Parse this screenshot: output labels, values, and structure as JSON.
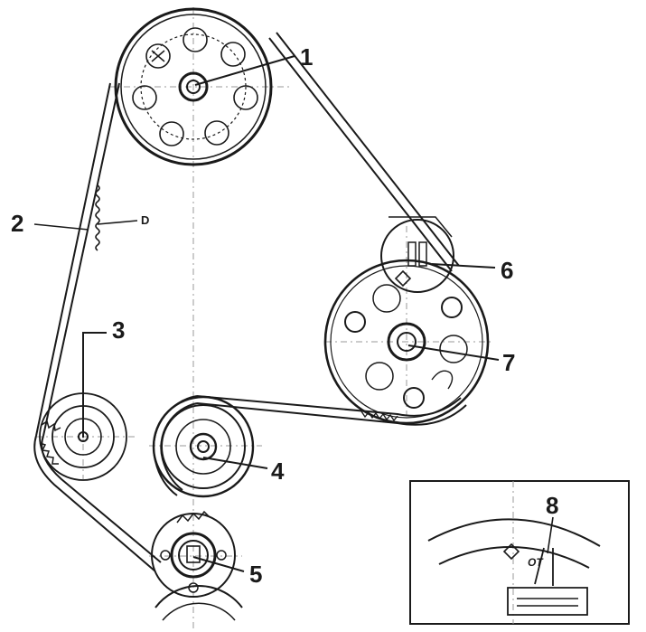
{
  "callouts": {
    "c1": "1",
    "c2": "2",
    "c3": "3",
    "c4": "4",
    "c5": "5",
    "c6": "6",
    "c7": "7",
    "c8": "8"
  },
  "belt_marker": "D",
  "inset_mark": "OT",
  "colors": {
    "ink": "#1a1a1a",
    "paper": "#ffffff",
    "axis": "#9a9a9a"
  }
}
